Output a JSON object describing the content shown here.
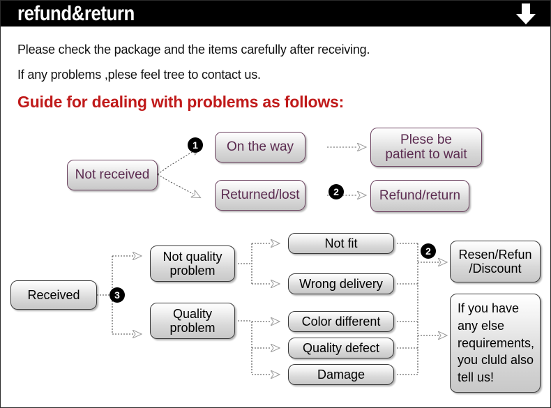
{
  "banner": {
    "title": "refund&return",
    "arrow_icon": "down-arrow-icon"
  },
  "intro": {
    "line1": "Please check the package and the items carefully after receiving.",
    "line2": "If any problems ,plese feel tree to contact us.",
    "heading": "Guide for dealing with problems as follows:"
  },
  "colors": {
    "banner_bg": "#000000",
    "heading_red": "#c01a1a",
    "plum_text": "#5b2b50",
    "plum_border": "#6d4461",
    "dark_text": "#000000",
    "dark_border": "#3a3a3a",
    "box_gradient_top": "#ffffff",
    "box_gradient_bottom": "#c8c8c8"
  },
  "flow_not_received": {
    "start": "Not received",
    "branch_on_the_way": "On the way",
    "branch_returned_lost": "Returned/lost",
    "result_wait": "Plese be\npatient to wait",
    "result_refund": "Refund/return",
    "marker_1": "1",
    "marker_2": "2"
  },
  "flow_received": {
    "start": "Received",
    "marker_3": "3",
    "marker_2": "2",
    "not_quality_problem": "Not quality\nproblem",
    "quality_problem": "Quality\nproblem",
    "not_quality_items": [
      "Not fit",
      "Wrong delivery"
    ],
    "quality_items": [
      "Color different",
      "Quality defect",
      "Damage"
    ],
    "result_resend": "Resen/Refun\n/Discount",
    "result_note": "If you have\nany else\nrequirements,\nyou cluld also\ntell us!"
  }
}
